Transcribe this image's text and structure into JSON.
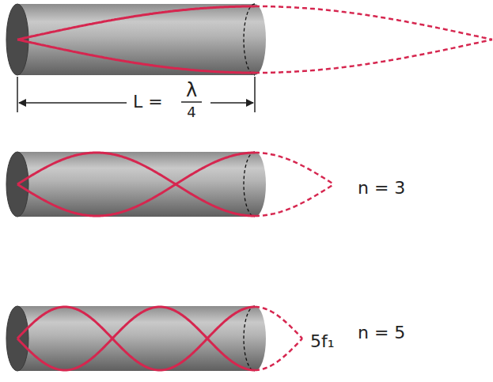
{
  "diagram": {
    "labels": [
      "L =",
      "λ",
      "4",
      "n = 3",
      "5f₁",
      "n = 5"
    ]
  }
}
